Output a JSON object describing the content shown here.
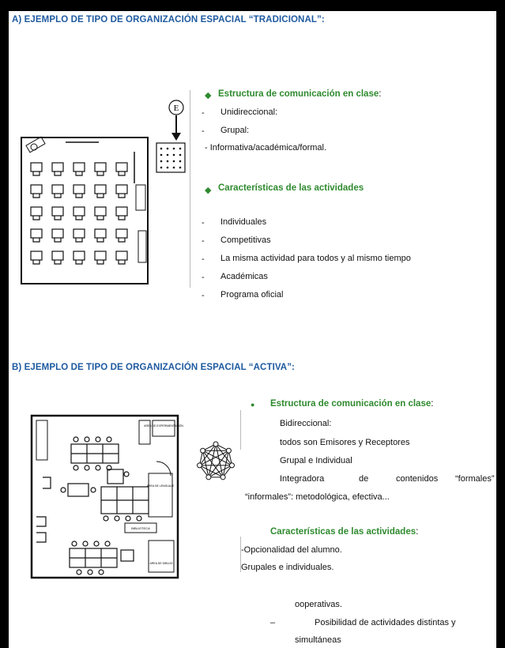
{
  "section_a": {
    "heading": "A) EJEMPLO DE TIPO DE ORGANIZACIÓN ESPACIAL “TRADICIONAL”:",
    "emisor_label": "E",
    "comunicacion_title": "Estructura de comunicación en clase",
    "comunicacion_colon": ":",
    "comunicacion_items": [
      "Unidireccional:",
      "Grupal:",
      "- Informativa/académica/formal."
    ],
    "actividades_title": "Características de las actividades",
    "actividades_items": [
      "Individuales",
      "Competitivas",
      "La misma actividad para todos y al mismo   tiempo",
      "Académicas",
      "Programa oficial"
    ]
  },
  "section_b": {
    "heading": "B) EJEMPLO DE TIPO DE ORGANIZACIÓN ESPACIAL “ACTIVA”:",
    "comunicacion_title": "Estructura de comunicación en  clase",
    "comunicacion_colon": ":",
    "comunicacion_lines": [
      "Bidireccional:",
      "todos son Emisores y Receptores",
      "Grupal e Individual"
    ],
    "integradora": [
      "Integradora",
      "de",
      "contenidos",
      "“formales”"
    ],
    "informales_line": "“informales”: metodológica, efectiva...",
    "actividades_title": "Características de las actividades",
    "actividades_colon": ":",
    "actividades_lines": [
      "-Opcionalidad del alumno.",
      "Grupales e individuales.",
      "ooperativas.",
      "Posibilidad de actividades distintas y",
      "simultáneas"
    ],
    "dash_mark": "–",
    "room_labels": [
      "AREA DE EXPERIMENTACIÓN",
      "AREA DE LENGUAJE",
      "BIBLIOTECA",
      "AREA DE DIBUJO"
    ]
  },
  "icons": [
    "bullet-diamond-icon",
    "arrow-down-icon",
    "network-icon"
  ]
}
